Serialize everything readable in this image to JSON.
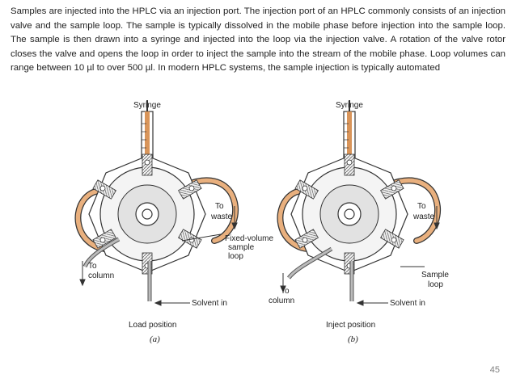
{
  "slide": {
    "paragraph": "Samples are injected into the HPLC via an injection port. The injection port of an HPLC commonly consists of an injection valve and the sample loop. The sample is typically dissolved in the mobile phase before injection into the sample loop. The sample is then drawn into a syringe and injected into the loop via the injection valve. A rotation of the valve rotor closes the valve and opens the loop in order to inject the sample into the stream of the mobile phase. Loop volumes can range between 10 µl to over 500 µl. In modern HPLC systems, the sample injection is typically automated",
    "page_number": "45"
  },
  "figure": {
    "left_panel": {
      "syringe": "Syringe",
      "to_waste_1": "To",
      "to_waste_2": "waste",
      "loop_1": "Fixed-volume",
      "loop_2": "sample",
      "loop_3": "loop",
      "column_1": "To",
      "column_2": "column",
      "solvent": "Solvent in",
      "position": "Load position",
      "caption": "(a)"
    },
    "right_panel": {
      "syringe": "Syringe",
      "to_waste_1": "To",
      "to_waste_2": "waste",
      "loop_1": "Sample",
      "loop_2": "loop",
      "column_1": "To",
      "column_2": "column",
      "solvent": "Solvent in",
      "position": "Inject position",
      "caption": "(b)"
    }
  },
  "colors": {
    "loop_tube": "#d9955a",
    "metal": "#9a9a9a",
    "line": "#333333"
  },
  "icons": [
    "syringe-icon",
    "valve-icon",
    "sample-loop-icon",
    "arrow-icon"
  ]
}
